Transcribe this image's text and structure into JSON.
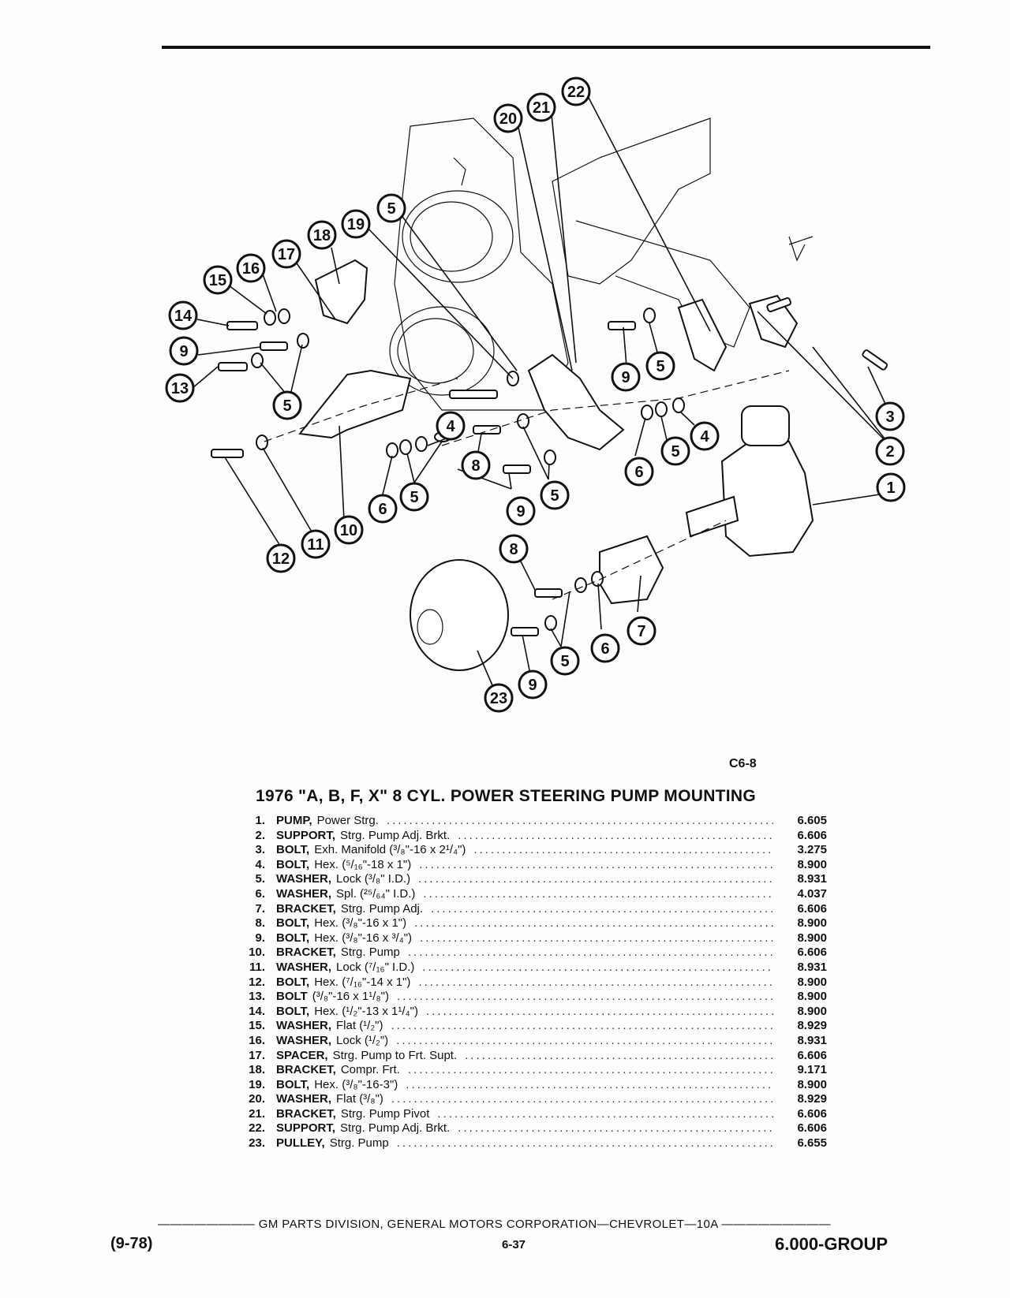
{
  "figure": {
    "code": "C6-8",
    "callouts": [
      {
        "n": "22"
      },
      {
        "n": "21"
      },
      {
        "n": "20"
      },
      {
        "n": "5"
      },
      {
        "n": "19"
      },
      {
        "n": "18"
      },
      {
        "n": "17"
      },
      {
        "n": "16"
      },
      {
        "n": "15"
      },
      {
        "n": "14"
      },
      {
        "n": "9"
      },
      {
        "n": "13"
      },
      {
        "n": "5"
      },
      {
        "n": "9"
      },
      {
        "n": "5"
      },
      {
        "n": "3"
      },
      {
        "n": "2"
      },
      {
        "n": "4"
      },
      {
        "n": "8"
      },
      {
        "n": "6"
      },
      {
        "n": "5"
      },
      {
        "n": "1"
      },
      {
        "n": "6"
      },
      {
        "n": "5"
      },
      {
        "n": "9"
      },
      {
        "n": "5"
      },
      {
        "n": "4"
      },
      {
        "n": "10"
      },
      {
        "n": "11"
      },
      {
        "n": "12"
      },
      {
        "n": "8"
      },
      {
        "n": "7"
      },
      {
        "n": "6"
      },
      {
        "n": "5"
      },
      {
        "n": "9"
      },
      {
        "n": "23"
      }
    ]
  },
  "title": "1976 \"A, B, F, X\" 8 CYL. POWER STEERING PUMP MOUNTING",
  "parts": [
    {
      "num": "1.",
      "name": "PUMP,",
      "desc": "Power Strg.",
      "group": "6.605"
    },
    {
      "num": "2.",
      "name": "SUPPORT,",
      "desc": "Strg. Pump Adj. Brkt.",
      "group": "6.606"
    },
    {
      "num": "3.",
      "name": "BOLT,",
      "desc": "Exh. Manifold (³/₈\"-16 x 2¹/₄\")",
      "group": "3.275"
    },
    {
      "num": "4.",
      "name": "BOLT,",
      "desc": "Hex. (⁵/₁₆\"-18 x 1\")",
      "group": "8.900"
    },
    {
      "num": "5.",
      "name": "WASHER,",
      "desc": "Lock (³/₈\" I.D.)",
      "group": "8.931"
    },
    {
      "num": "6.",
      "name": "WASHER,",
      "desc": "Spl. (²⁵/₆₄\" I.D.)",
      "group": "4.037"
    },
    {
      "num": "7.",
      "name": "BRACKET,",
      "desc": "Strg. Pump Adj.",
      "group": "6.606"
    },
    {
      "num": "8.",
      "name": "BOLT,",
      "desc": "Hex. (³/₈\"-16 x 1\")",
      "group": "8.900"
    },
    {
      "num": "9.",
      "name": "BOLT,",
      "desc": "Hex. (³/₈\"-16 x ³/₄\")",
      "group": "8.900"
    },
    {
      "num": "10.",
      "name": "BRACKET,",
      "desc": "Strg. Pump",
      "group": "6.606"
    },
    {
      "num": "11.",
      "name": "WASHER,",
      "desc": "Lock (⁷/₁₆\" I.D.)",
      "group": "8.931"
    },
    {
      "num": "12.",
      "name": "BOLT,",
      "desc": "Hex. (⁷/₁₆\"-14 x 1\")",
      "group": "8.900"
    },
    {
      "num": "13.",
      "name": "BOLT",
      "desc": "(³/₈\"-16 x 1¹/₈\")",
      "group": "8.900"
    },
    {
      "num": "14.",
      "name": "BOLT,",
      "desc": "Hex. (¹/₂\"-13 x 1¹/₄\")",
      "group": "8.900"
    },
    {
      "num": "15.",
      "name": "WASHER,",
      "desc": "Flat (¹/₂\")",
      "group": "8.929"
    },
    {
      "num": "16.",
      "name": "WASHER,",
      "desc": "Lock (¹/₂\")",
      "group": "8.931"
    },
    {
      "num": "17.",
      "name": "SPACER,",
      "desc": "Strg. Pump to Frt. Supt.",
      "group": "6.606"
    },
    {
      "num": "18.",
      "name": "BRACKET,",
      "desc": "Compr. Frt.",
      "group": "9.171"
    },
    {
      "num": "19.",
      "name": "BOLT,",
      "desc": "Hex. (³/₈\"-16-3\")",
      "group": "8.900"
    },
    {
      "num": "20.",
      "name": "WASHER,",
      "desc": "Flat (³/₈\")",
      "group": "8.929"
    },
    {
      "num": "21.",
      "name": "BRACKET,",
      "desc": "Strg. Pump Pivot",
      "group": "6.606"
    },
    {
      "num": "22.",
      "name": "SUPPORT,",
      "desc": "Strg. Pump Adj. Brkt.",
      "group": "6.606"
    },
    {
      "num": "23.",
      "name": "PULLEY,",
      "desc": "Strg. Pump",
      "group": "6.655"
    }
  ],
  "footer": {
    "division": "GM PARTS DIVISION, GENERAL MOTORS CORPORATION—CHEVROLET—10A",
    "date": "(9-78)",
    "page": "6-37",
    "group": "6.000-GROUP"
  }
}
